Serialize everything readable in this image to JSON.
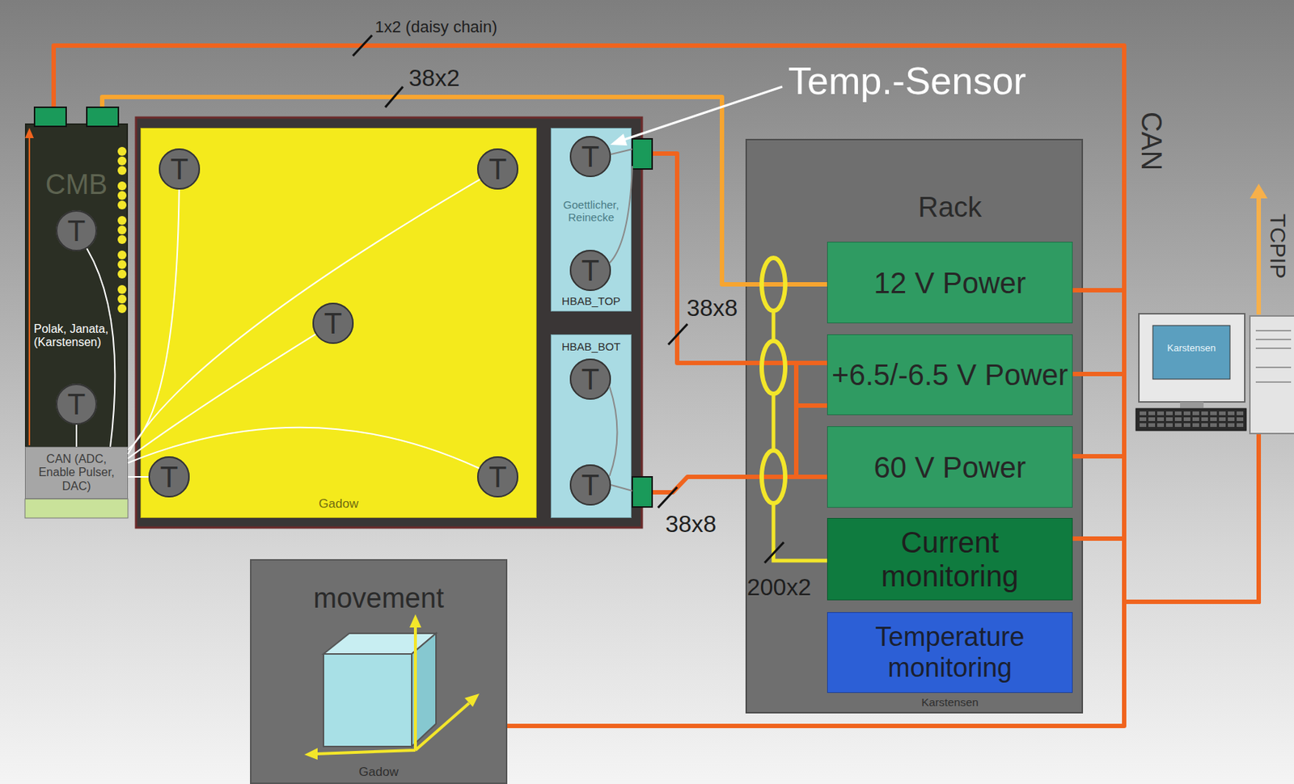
{
  "diagram": {
    "nodes": [
      {
        "text": [
          "CMB",
          "Polak, Janata, (Karstensen)"
        ]
      },
      {
        "text": [
          "T"
        ],
        "in": 0
      },
      {
        "text": [
          "T"
        ],
        "in": 0
      },
      {
        "text": [
          "CAN (ADC, Enable Pulser, DAC)"
        ],
        "in": 0
      },
      {
        "text": [
          "Gadow"
        ]
      },
      {
        "text": [
          "T"
        ],
        "in": 4
      },
      {
        "text": [
          "T"
        ],
        "in": 4
      },
      {
        "text": [
          "T"
        ],
        "in": 4
      },
      {
        "text": [
          "T"
        ],
        "in": 4
      },
      {
        "text": [
          "T"
        ],
        "in": 4
      },
      {
        "text": [
          "Goettlicher, Reinecke",
          "HBAB_TOP"
        ]
      },
      {
        "text": [
          "T"
        ],
        "in": 10
      },
      {
        "text": [
          "T"
        ],
        "in": 10
      },
      {
        "text": [
          "HBAB_BOT"
        ]
      },
      {
        "text": [
          "T"
        ],
        "in": 13
      },
      {
        "text": [
          "T"
        ],
        "in": 13
      },
      {
        "text": [
          "Rack"
        ]
      },
      {
        "text": [
          "12 V Power"
        ],
        "in": 16
      },
      {
        "text": [
          "+6.5/-6.5 V Power"
        ],
        "in": 16
      },
      {
        "text": [
          "60 V Power"
        ],
        "in": 16
      },
      {
        "text": [
          "Current monitoring"
        ],
        "in": 16
      },
      {
        "text": [
          "Temperature monitoring",
          "Karstensen"
        ],
        "in": 16
      },
      {
        "text": [
          "movement",
          "Gadow"
        ]
      },
      {
        "text": [
          "Karstensen"
        ]
      }
    ],
    "edges": [
      {
        "from": 0,
        "to": 23,
        "label": "1x2 (daisy chain)",
        "arrow": "none"
      },
      {
        "from": 17,
        "to": 23,
        "arrow": "none"
      },
      {
        "from": 18,
        "to": 23,
        "arrow": "none"
      },
      {
        "from": 19,
        "to": 23,
        "arrow": "none"
      },
      {
        "from": 20,
        "to": 23,
        "arrow": "none"
      },
      {
        "from": 22,
        "to": 23,
        "arrow": "none"
      },
      {
        "from": 0,
        "to": 17,
        "label": "38x2",
        "arrow": "none"
      },
      {
        "from": 10,
        "to": 18,
        "label": "38x8",
        "arrow": "none"
      },
      {
        "from": 13,
        "to": 19,
        "label": "38x8",
        "arrow": "none"
      },
      {
        "from": 1,
        "to": 3,
        "arrow": "none"
      },
      {
        "from": 2,
        "to": 3,
        "arrow": "none"
      },
      {
        "from": 5,
        "to": 3,
        "arrow": "none"
      },
      {
        "from": 6,
        "to": 3,
        "arrow": "none"
      },
      {
        "from": 7,
        "to": 3,
        "arrow": "none"
      },
      {
        "from": 8,
        "to": 3,
        "arrow": "none"
      },
      {
        "from": 9,
        "to": 3,
        "arrow": "none"
      }
    ],
    "labels": [
      "Temp.-Sensor",
      "CAN",
      "TCPIP",
      "200x2"
    ]
  }
}
